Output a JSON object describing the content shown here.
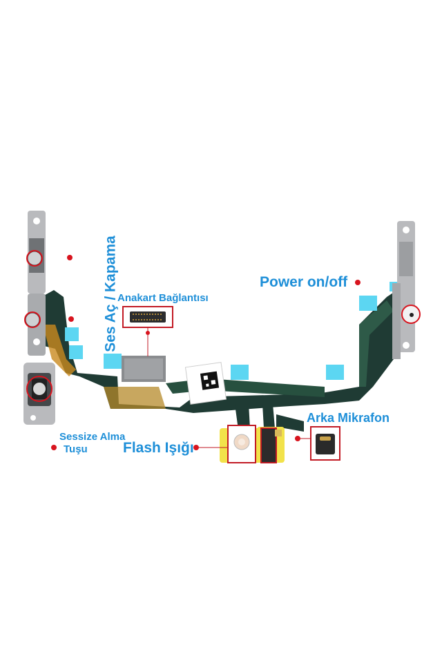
{
  "labels": {
    "volume": "Ses Aç / Kapama",
    "board_connector": "Anakart Bağlantısı",
    "power": "Power on/off",
    "mute_line1": "Sessize Alma",
    "mute_line2": "Tuşu",
    "flash": "Flash Işığı",
    "rear_mic": "Arka Mikrafon"
  },
  "colors": {
    "label": "#1e8fd8",
    "marker": "#d8141e",
    "flex": "#1f3b34",
    "flex_amber": "#c98a1e",
    "metal": "#b9babd",
    "cyan_pad": "#5cd6f2",
    "yellow_tape": "#f2e24a"
  }
}
